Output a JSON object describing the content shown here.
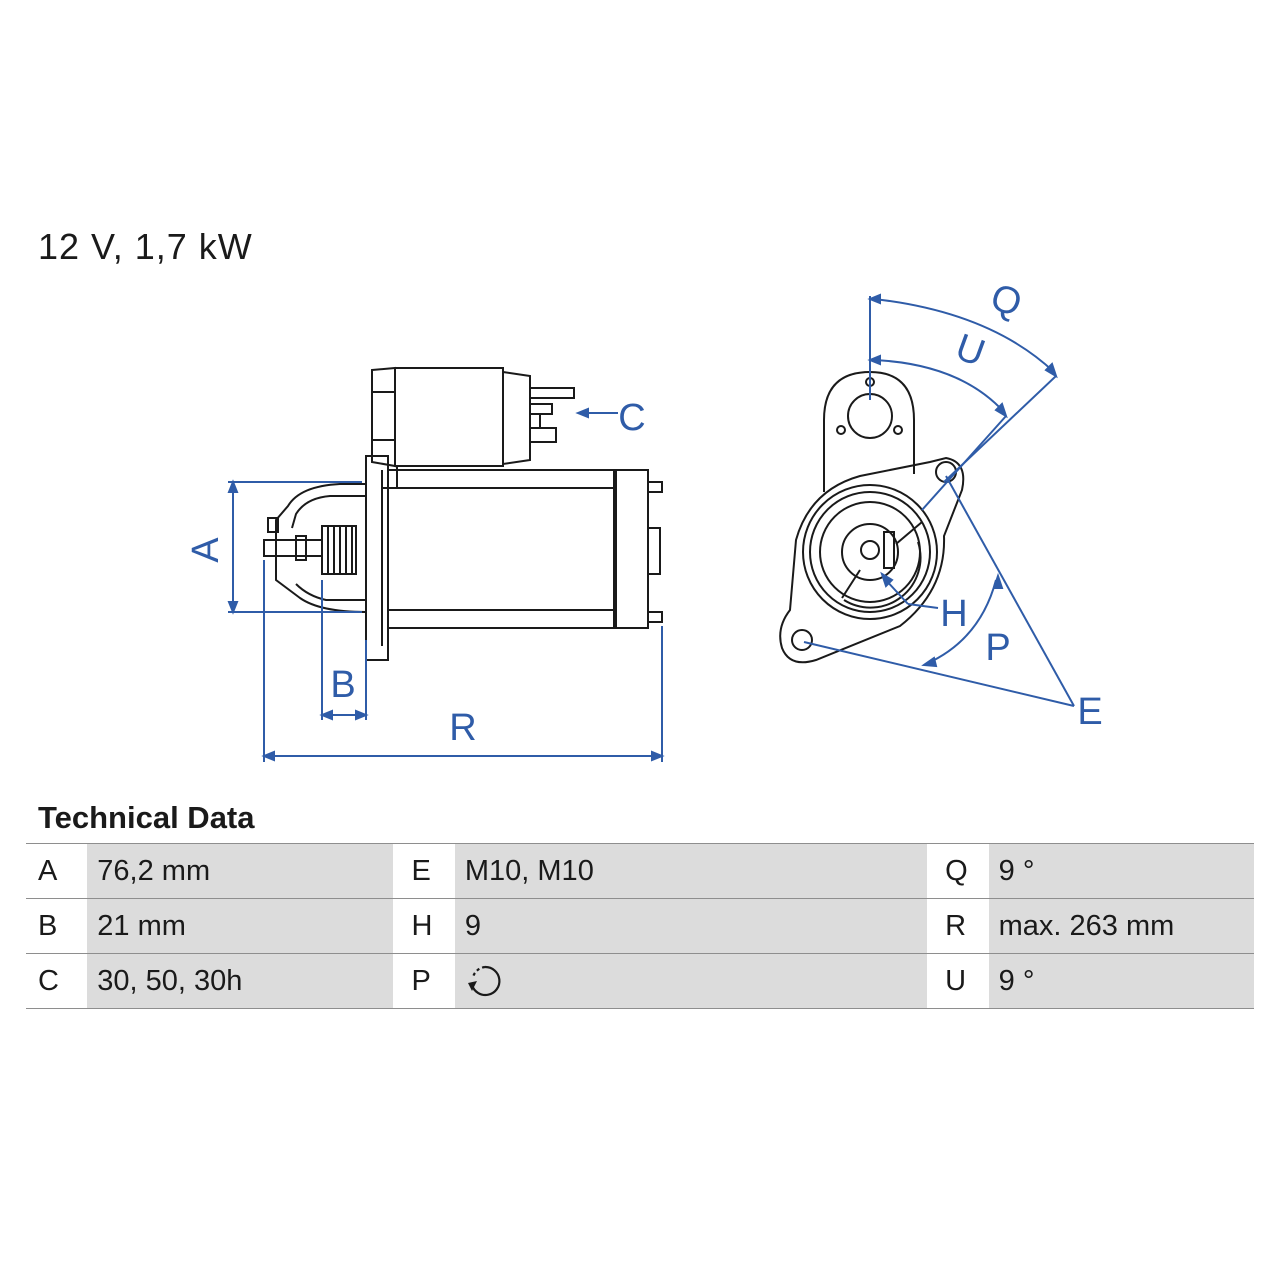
{
  "spec_title": "12 V, 1,7 kW",
  "diagram": {
    "labels": {
      "A": "A",
      "B": "B",
      "C": "C",
      "R": "R",
      "Q": "Q",
      "U": "U",
      "H": "H",
      "P": "P",
      "E": "E"
    },
    "line_color": "#2f5ca8",
    "drawing_color": "#1a1a1a"
  },
  "technical_data": {
    "heading": "Technical Data",
    "rows": [
      [
        {
          "key": "A",
          "value": "76,2 mm"
        },
        {
          "key": "E",
          "value": "M10, M10"
        },
        {
          "key": "Q",
          "value": "9 °"
        }
      ],
      [
        {
          "key": "B",
          "value": "21 mm"
        },
        {
          "key": "H",
          "value": "9"
        },
        {
          "key": "R",
          "value": "max. 263 mm"
        }
      ],
      [
        {
          "key": "C",
          "value": "30, 50, 30h"
        },
        {
          "key": "P",
          "value": "",
          "icon": "counterclockwise-rotation-icon"
        },
        {
          "key": "U",
          "value": "9 °"
        }
      ]
    ]
  }
}
